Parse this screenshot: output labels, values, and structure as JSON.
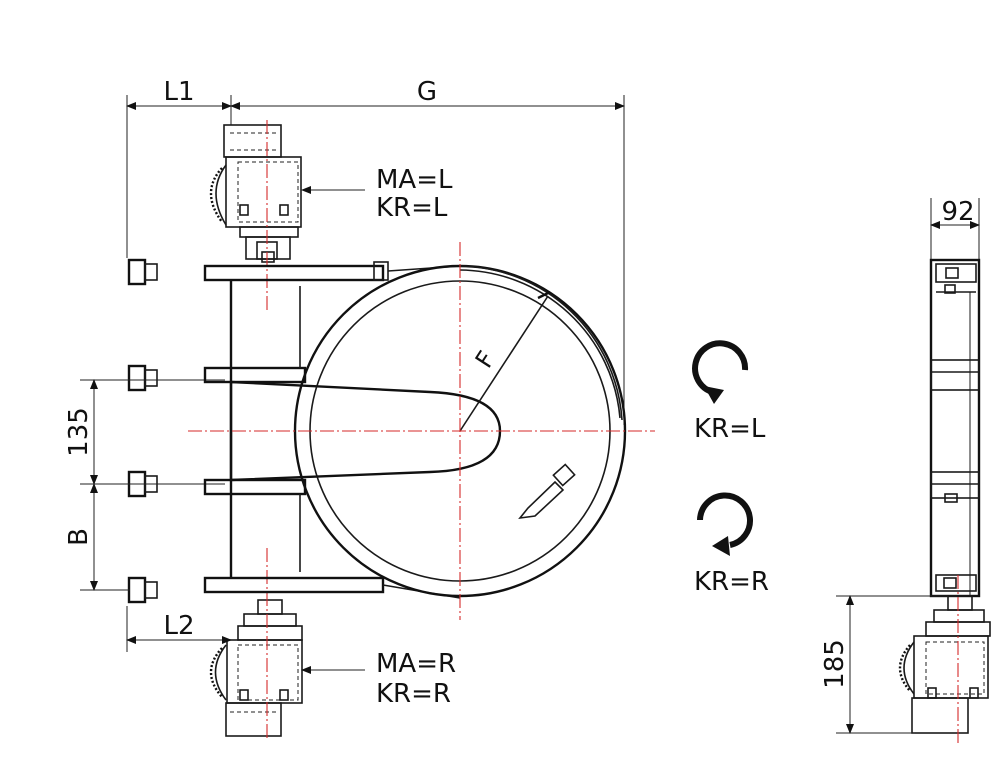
{
  "dimensions": {
    "L1": "L1",
    "G": "G",
    "L2": "L2",
    "F": "F",
    "B": "B",
    "d135": "135",
    "d92": "92",
    "d185": "185"
  },
  "labels": {
    "top_ma": "MA=L",
    "top_kr": "KR=L",
    "bottom_ma": "MA=R",
    "bottom_kr": "KR=R",
    "rot_left": "KR=L",
    "rot_right": "KR=R"
  },
  "colors": {
    "centerline": "#d42a2a",
    "line": "#1a1a1a"
  },
  "icons": {
    "rotation_left": "counterclockwise-arrow-icon",
    "rotation_right": "clockwise-arrow-icon"
  }
}
